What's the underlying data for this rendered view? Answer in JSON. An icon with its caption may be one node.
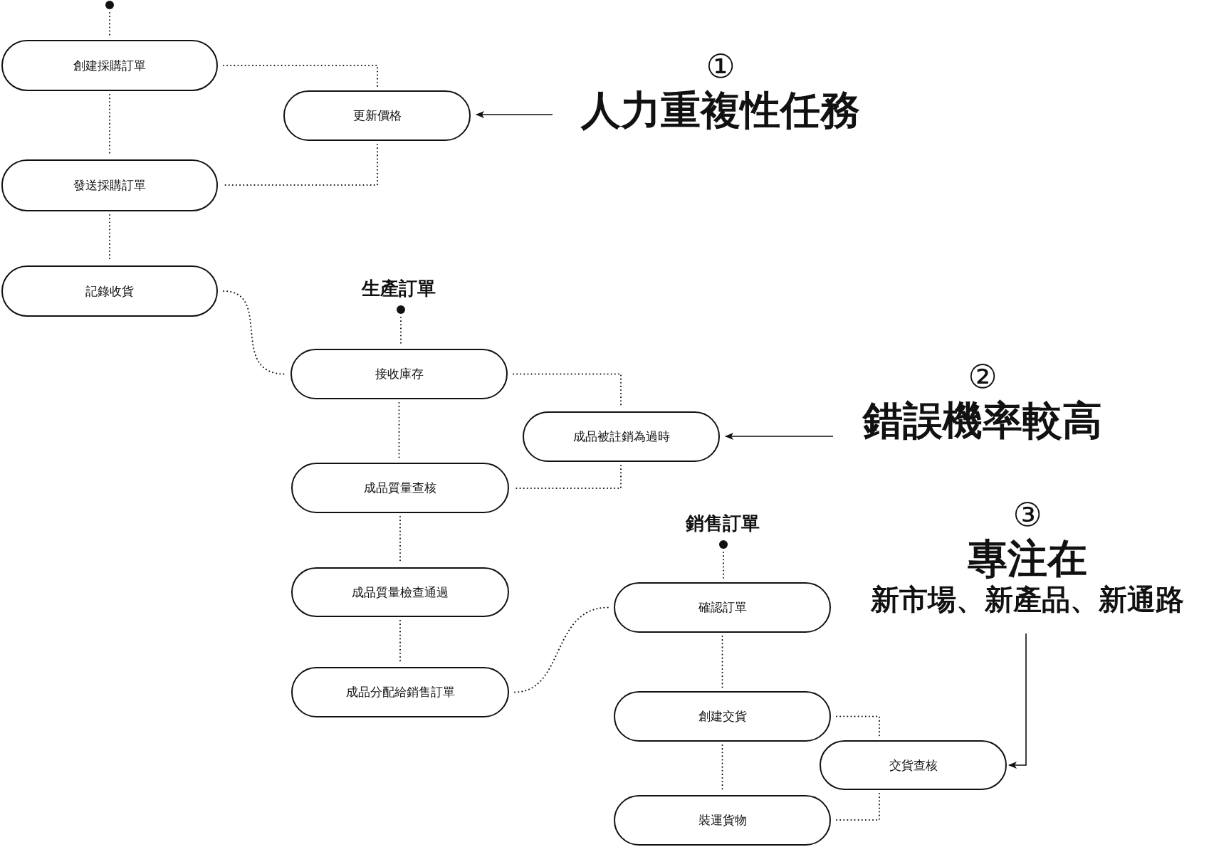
{
  "diagram": {
    "nodes": [
      {
        "text": [],
        "shape": "circle"
      },
      {
        "text": [
          "創建採購訂單"
        ]
      },
      {
        "text": [
          "更新價格"
        ]
      },
      {
        "text": [
          "發送採購訂單"
        ]
      },
      {
        "text": [
          "記錄收貨"
        ]
      },
      {
        "text": [],
        "shape": "circle",
        "beside": [
          "生產訂單"
        ]
      },
      {
        "text": [
          "接收庫存"
        ]
      },
      {
        "text": [
          "成品被註銷為過時"
        ]
      },
      {
        "text": [
          "成品質量查核"
        ]
      },
      {
        "text": [
          "成品質量檢查通過"
        ]
      },
      {
        "text": [
          "成品分配給銷售訂單"
        ]
      },
      {
        "text": [],
        "shape": "circle",
        "beside": [
          "銷售訂單"
        ]
      },
      {
        "text": [
          "確認訂單"
        ]
      },
      {
        "text": [
          "創建交貨"
        ]
      },
      {
        "text": [
          "交貨查核"
        ]
      },
      {
        "text": [
          "裝運貨物"
        ]
      },
      {
        "text": [
          "①",
          "人力重複性任務"
        ]
      },
      {
        "text": [
          "②",
          "錯誤機率較高"
        ]
      },
      {
        "text": [
          "③",
          "專注在",
          "新市場、新產品、新通路"
        ]
      }
    ],
    "edges": [
      {
        "from": 0,
        "to": 1,
        "arrow": "none",
        "style": "dashed"
      },
      {
        "from": 1,
        "to": 2,
        "arrow": "none",
        "style": "dashed"
      },
      {
        "from": 1,
        "to": 3,
        "arrow": "none",
        "style": "dashed"
      },
      {
        "from": 2,
        "to": 3,
        "arrow": "none",
        "style": "dashed"
      },
      {
        "from": 3,
        "to": 4,
        "arrow": "none",
        "style": "dashed"
      },
      {
        "from": 4,
        "to": 6,
        "arrow": "none",
        "style": "dashed"
      },
      {
        "from": 5,
        "to": 6,
        "arrow": "none",
        "style": "dashed"
      },
      {
        "from": 6,
        "to": 7,
        "arrow": "none",
        "style": "dashed"
      },
      {
        "from": 6,
        "to": 8,
        "arrow": "none",
        "style": "dashed"
      },
      {
        "from": 7,
        "to": 8,
        "arrow": "none",
        "style": "dashed"
      },
      {
        "from": 8,
        "to": 9,
        "arrow": "none",
        "style": "dashed"
      },
      {
        "from": 9,
        "to": 10,
        "arrow": "none",
        "style": "dashed"
      },
      {
        "from": 10,
        "to": 12,
        "arrow": "none",
        "style": "dashed"
      },
      {
        "from": 11,
        "to": 12,
        "arrow": "none",
        "style": "dashed"
      },
      {
        "from": 12,
        "to": 13,
        "arrow": "none",
        "style": "dashed"
      },
      {
        "from": 13,
        "to": 14,
        "arrow": "none",
        "style": "dashed"
      },
      {
        "from": 13,
        "to": 15,
        "arrow": "none",
        "style": "dashed"
      },
      {
        "from": 14,
        "to": 15,
        "arrow": "none",
        "style": "dashed"
      },
      {
        "from": 16,
        "to": 2,
        "arrow": "to"
      },
      {
        "from": 17,
        "to": 7,
        "arrow": "to"
      },
      {
        "from": 18,
        "to": 14,
        "arrow": "to"
      }
    ]
  }
}
